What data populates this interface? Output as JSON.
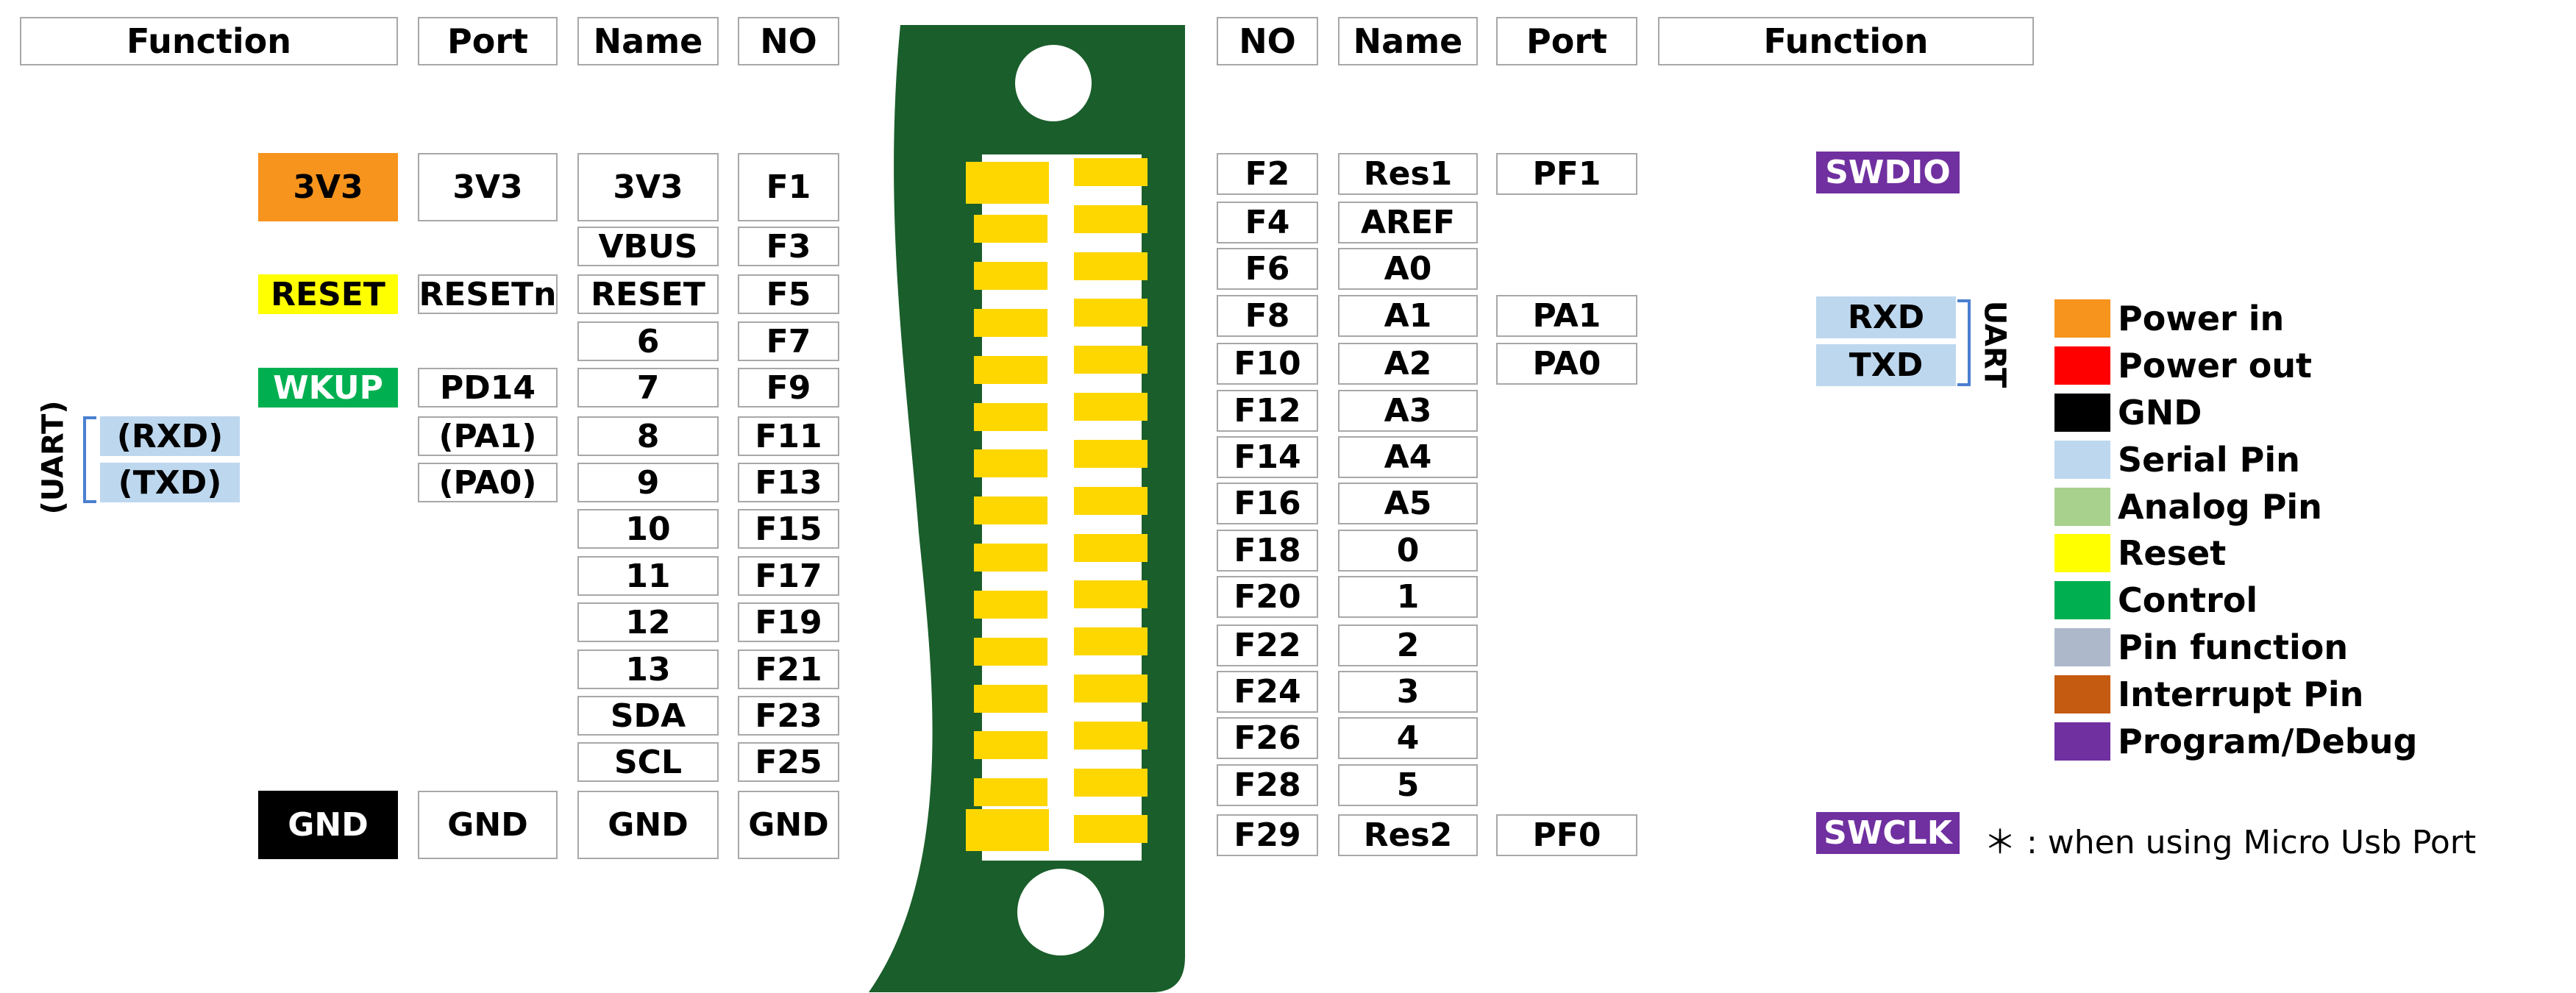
{
  "headers": {
    "left": [
      "Function",
      "Port",
      "Name",
      "NO"
    ],
    "right": [
      "NO",
      "Name",
      "Port",
      "Function"
    ]
  },
  "left_rows": [
    {
      "no": "F1",
      "name": "3V3",
      "port": "3V3",
      "func": "3V3",
      "func_color": "#f7941d",
      "func_text_color": "#000000",
      "big": true
    },
    {
      "no": "F3",
      "name": "VBUS",
      "port": "",
      "func": ""
    },
    {
      "no": "F5",
      "name": "RESET",
      "port": "RESETn",
      "func": "RESET",
      "func_color": "#ffff00",
      "func_text_color": "#000000"
    },
    {
      "no": "F7",
      "name": "6",
      "port": "",
      "func": ""
    },
    {
      "no": "F9",
      "name": "7",
      "port": "PD14",
      "func": "WKUP",
      "func_color": "#00b050",
      "func_text_color": "#ffffff"
    },
    {
      "no": "F11",
      "name": "8",
      "port": "(PA1)",
      "func": "(RXD)",
      "func_color": "#bdd7ee",
      "func_text_color": "#000000"
    },
    {
      "no": "F13",
      "name": "9",
      "port": "(PA0)",
      "func": "(TXD)",
      "func_color": "#bdd7ee",
      "func_text_color": "#000000"
    },
    {
      "no": "F15",
      "name": "10",
      "port": "",
      "func": ""
    },
    {
      "no": "F17",
      "name": "11",
      "port": "",
      "func": ""
    },
    {
      "no": "F19",
      "name": "12",
      "port": "",
      "func": ""
    },
    {
      "no": "F21",
      "name": "13",
      "port": "",
      "func": ""
    },
    {
      "no": "F23",
      "name": "SDA",
      "port": "",
      "func": ""
    },
    {
      "no": "F25",
      "name": "SCL",
      "port": "",
      "func": ""
    },
    {
      "no": "GND",
      "name": "GND",
      "port": "GND",
      "func": "GND",
      "func_color": "#000000",
      "func_text_color": "#ffffff",
      "big": true
    }
  ],
  "right_rows": [
    {
      "no": "F2",
      "name": "Res1",
      "port": "PF1",
      "func": "SWDIO",
      "func_color": "#7030a0",
      "func_text_color": "#ffffff"
    },
    {
      "no": "F4",
      "name": "AREF",
      "port": "",
      "func": ""
    },
    {
      "no": "F6",
      "name": "A0",
      "port": "",
      "func": ""
    },
    {
      "no": "F8",
      "name": "A1",
      "port": "PA1",
      "func": "RXD",
      "func_color": "#bdd7ee",
      "func_text_color": "#000000"
    },
    {
      "no": "F10",
      "name": "A2",
      "port": "PA0",
      "func": "TXD",
      "func_color": "#bdd7ee",
      "func_text_color": "#000000"
    },
    {
      "no": "F12",
      "name": "A3",
      "port": "",
      "func": ""
    },
    {
      "no": "F14",
      "name": "A4",
      "port": "",
      "func": ""
    },
    {
      "no": "F16",
      "name": "A5",
      "port": "",
      "func": ""
    },
    {
      "no": "F18",
      "name": "0",
      "port": "",
      "func": ""
    },
    {
      "no": "F20",
      "name": "1",
      "port": "",
      "func": ""
    },
    {
      "no": "F22",
      "name": "2",
      "port": "",
      "func": ""
    },
    {
      "no": "F24",
      "name": "3",
      "port": "",
      "func": ""
    },
    {
      "no": "F26",
      "name": "4",
      "port": "",
      "func": ""
    },
    {
      "no": "F28",
      "name": "5",
      "port": "",
      "func": ""
    },
    {
      "no": "F29",
      "name": "Res2",
      "port": "PF0",
      "func": "SWCLK",
      "func_color": "#7030a0",
      "func_text_color": "#ffffff"
    }
  ],
  "uart_labels": {
    "left": "(UART)",
    "right": "UART"
  },
  "legend": [
    {
      "label": "Power in",
      "color": "#f7941d"
    },
    {
      "label": "Power out",
      "color": "#ff0000"
    },
    {
      "label": "GND",
      "color": "#000000"
    },
    {
      "label": "Serial Pin",
      "color": "#bdd7ee"
    },
    {
      "label": "Analog Pin",
      "color": "#a9d18e"
    },
    {
      "label": "Reset",
      "color": "#ffff00"
    },
    {
      "label": "Control",
      "color": "#00b050"
    },
    {
      "label": "Pin function",
      "color": "#adb9ca"
    },
    {
      "label": "Interrupt Pin",
      "color": "#c55a11"
    },
    {
      "label": "Program/Debug",
      "color": "#7030a0"
    }
  ],
  "note": "＊ : when using Micro Usb Port",
  "connector": {
    "pcb_color": "#1a5e2b",
    "pad_color": "#ffd700",
    "hole_color": "#ffffff"
  }
}
